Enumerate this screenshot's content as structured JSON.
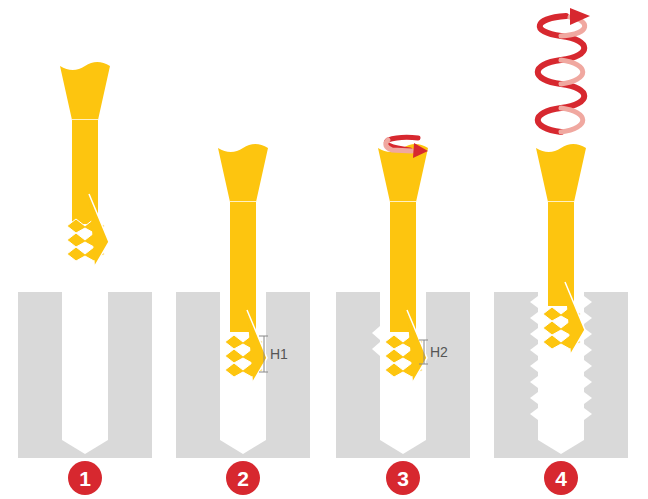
{
  "diagram": {
    "nodes": [
      {
        "text": [
          "1"
        ]
      },
      {
        "text": [
          "2"
        ]
      },
      {
        "text": [
          "3"
        ]
      },
      {
        "text": [
          "4"
        ]
      }
    ],
    "labels": [
      "H1",
      "H2"
    ]
  }
}
